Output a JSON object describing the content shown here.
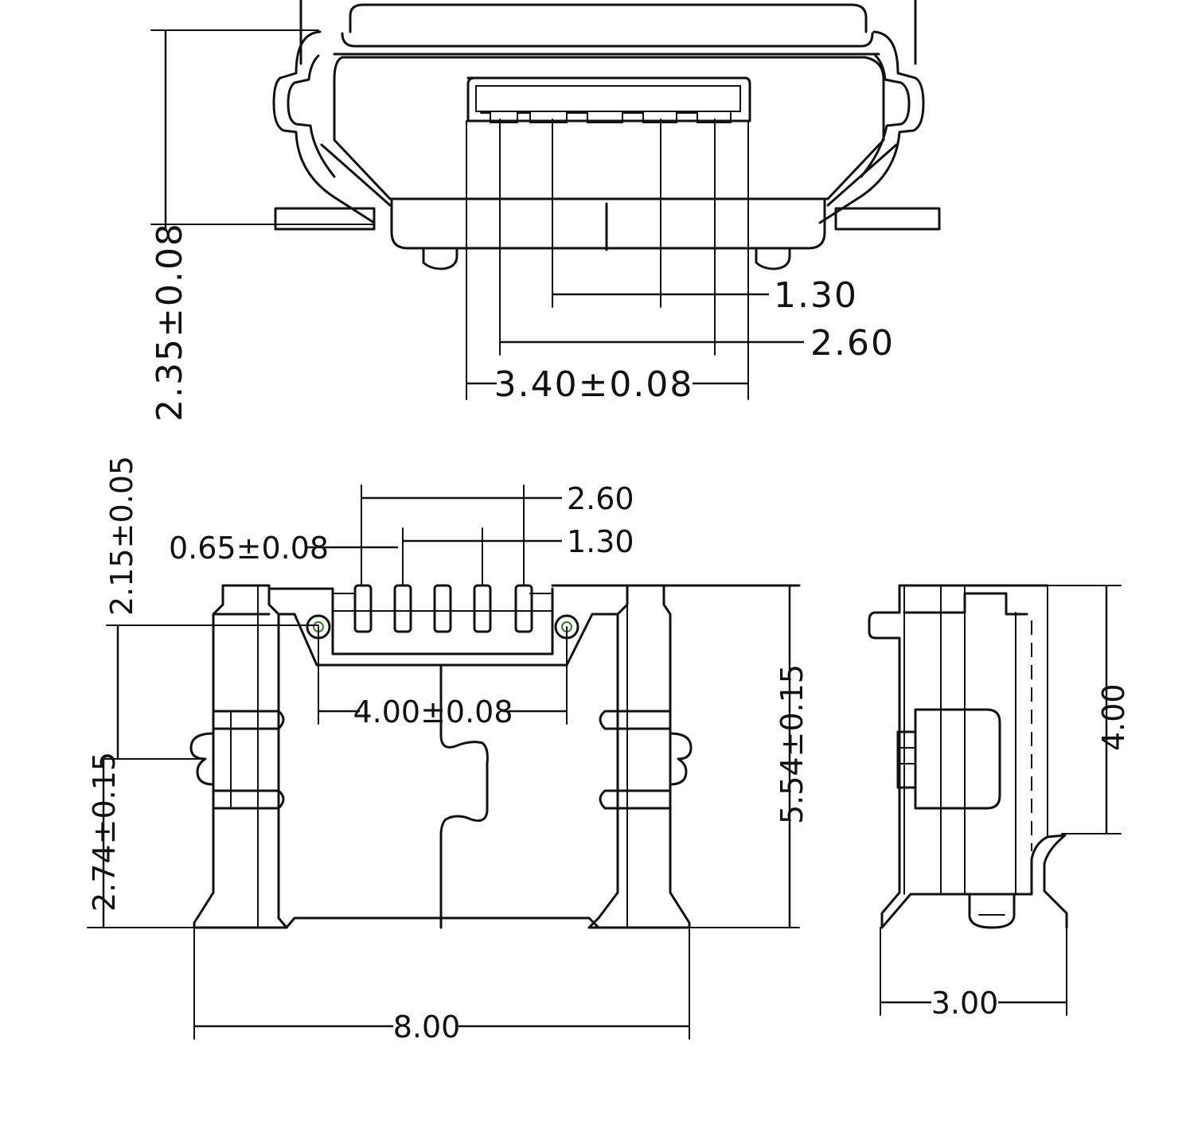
{
  "drawing": {
    "front_view": {
      "dimensions": {
        "height": "2.35±0.08",
        "pin_pitch_inner": "1.30",
        "pin_pitch_outer": "2.60",
        "opening_width": "3.40±0.08"
      }
    },
    "top_view": {
      "dimensions": {
        "pin_span_outer": "2.60",
        "pin_span_inner": "1.30",
        "pin_width": "0.65±0.08",
        "peg_offset": "2.15±0.05",
        "peg_spacing": "4.00±0.08",
        "body_depth": "5.54±0.15",
        "tab_offset": "2.74±0.15",
        "overall_width": "8.00"
      }
    },
    "side_view": {
      "dimensions": {
        "height": "4.00",
        "width": "3.00"
      }
    }
  }
}
